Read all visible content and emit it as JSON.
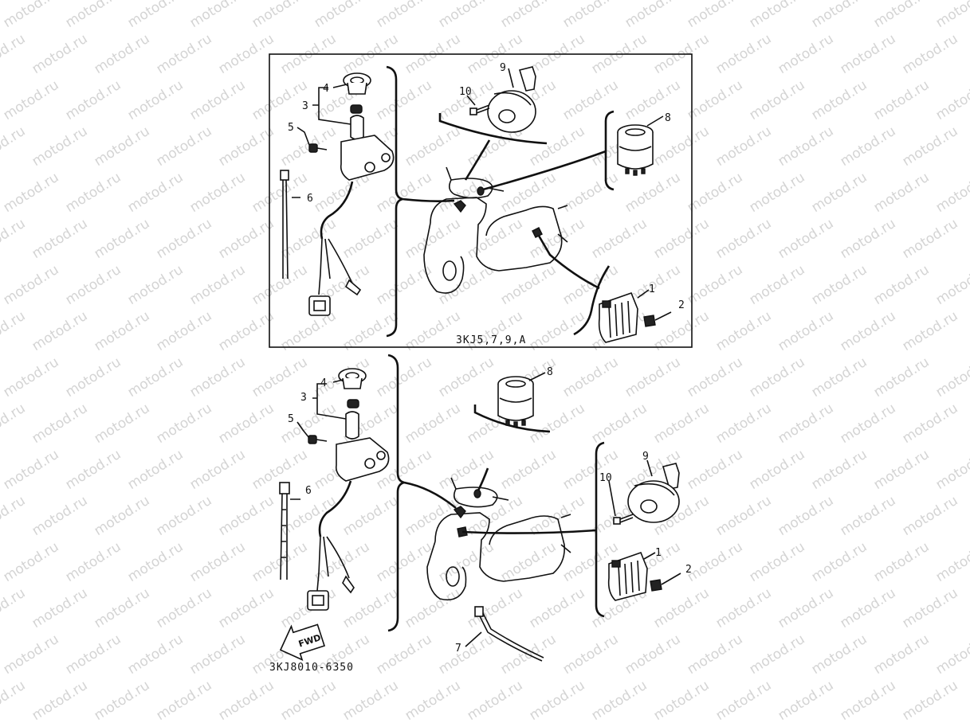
{
  "watermark": "motod.ru",
  "top_panel": {
    "caption": "3KJ5,7,9,A",
    "labels": {
      "p1": "1",
      "p2": "2",
      "p3": "3",
      "p4": "4",
      "p5": "5",
      "p6": "6",
      "p8": "8",
      "p9": "9",
      "p10": "10"
    }
  },
  "bottom_panel": {
    "part_code": "3KJ8010-6350",
    "fwd_label": "FWD",
    "labels": {
      "p1": "1",
      "p2": "2",
      "p3": "3",
      "p4": "4",
      "p5": "5",
      "p6": "6",
      "p7": "7",
      "p8": "8",
      "p9": "9",
      "p10": "10"
    }
  }
}
